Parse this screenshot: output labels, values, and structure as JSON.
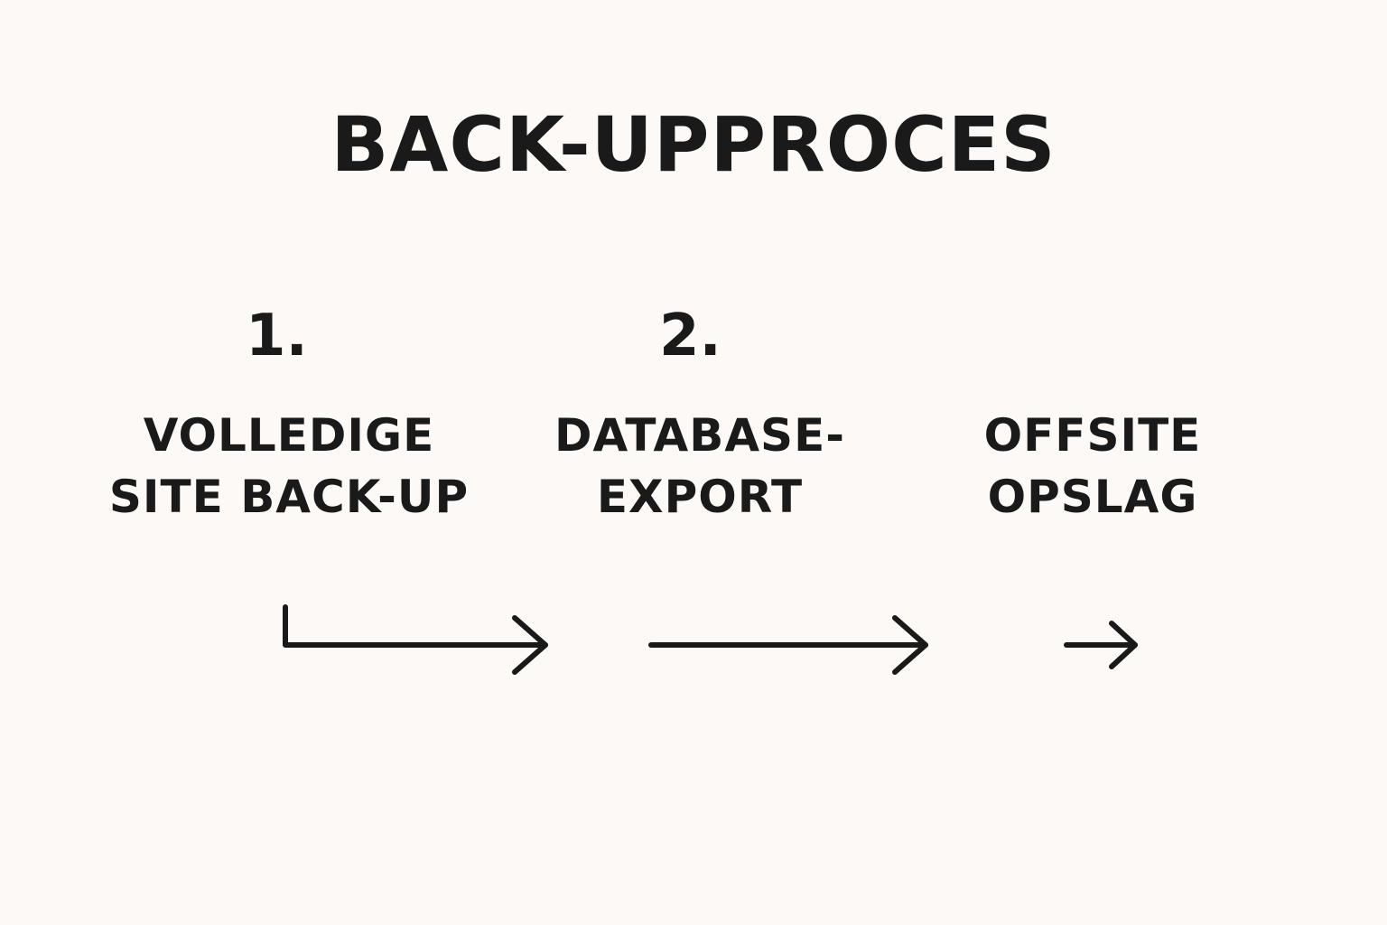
{
  "colors": {
    "background": "#fcf9f6",
    "ink": "#1a1a1a"
  },
  "diagram": {
    "title": "BACK-UPPROCES",
    "steps": [
      {
        "number": "1.",
        "label_lines": [
          "VOLLEDIGE",
          "SITE BACK-UP"
        ]
      },
      {
        "number": "2.",
        "label_lines": [
          "DATABASE-",
          "EXPORT"
        ]
      },
      {
        "number": "",
        "label_lines": [
          "OFFSITE",
          "OPSLAG"
        ]
      }
    ],
    "connectors": [
      {
        "from": 1,
        "to": 2,
        "style": "elbow-arrow"
      },
      {
        "from": 2,
        "to": 3,
        "style": "arrow"
      },
      {
        "from": 3,
        "to": null,
        "style": "short-arrow"
      }
    ]
  }
}
